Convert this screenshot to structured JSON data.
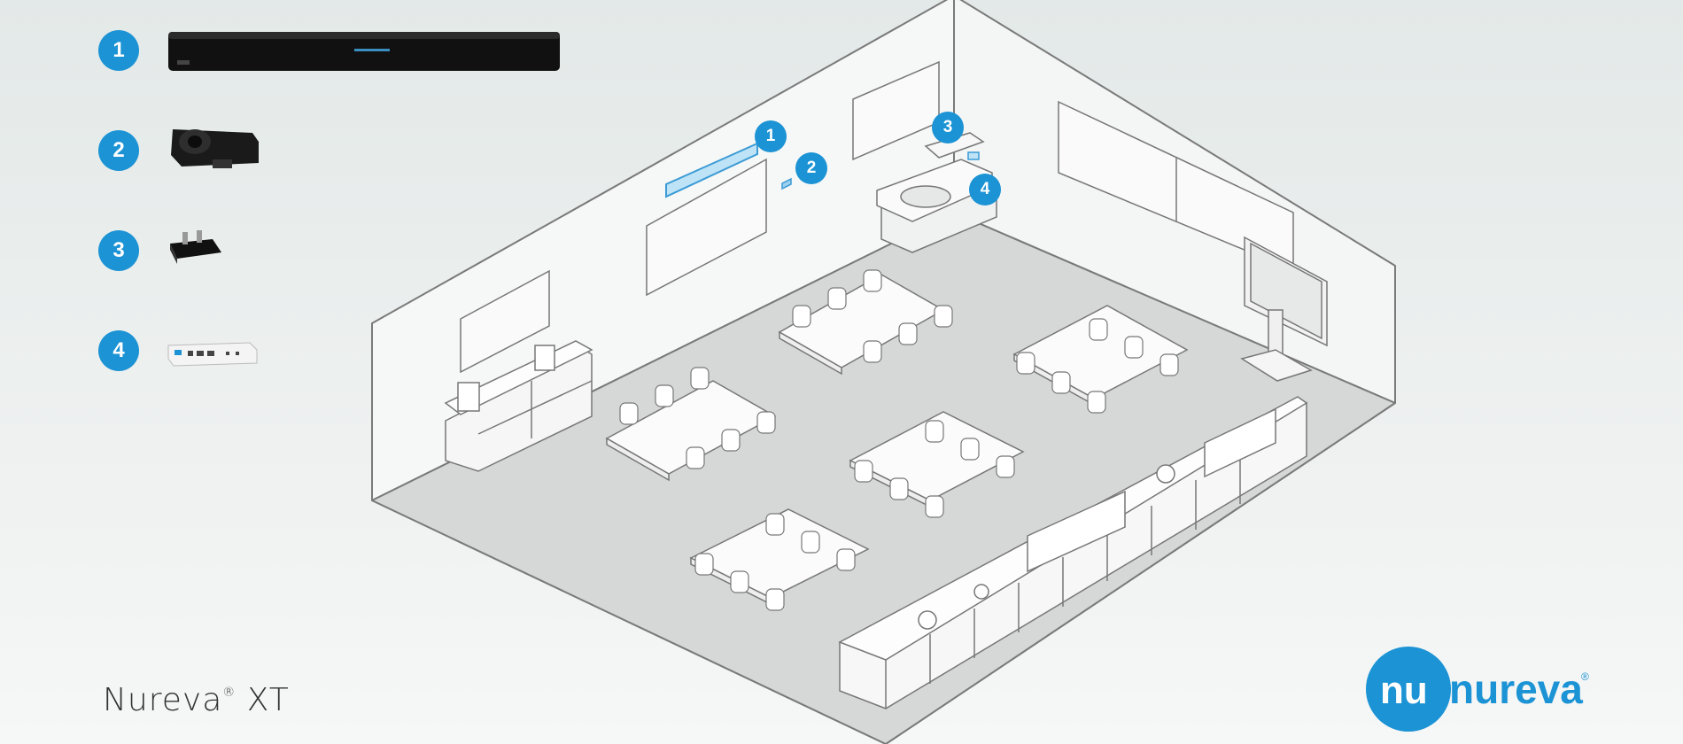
{
  "legend": {
    "items": [
      {
        "number": "1",
        "device_icon": "soundbar-icon"
      },
      {
        "number": "2",
        "device_icon": "camera-icon"
      },
      {
        "number": "3",
        "device_icon": "mount-bracket-icon"
      },
      {
        "number": "4",
        "device_icon": "hub-box-icon"
      }
    ]
  },
  "room_callouts": [
    {
      "number": "1"
    },
    {
      "number": "2"
    },
    {
      "number": "3"
    },
    {
      "number": "4"
    }
  ],
  "product": {
    "name": "Nureva",
    "registered": "®",
    "model": "XT"
  },
  "brand": {
    "logo_text": "nureva",
    "registered": "®",
    "color": "#1b93d4"
  }
}
